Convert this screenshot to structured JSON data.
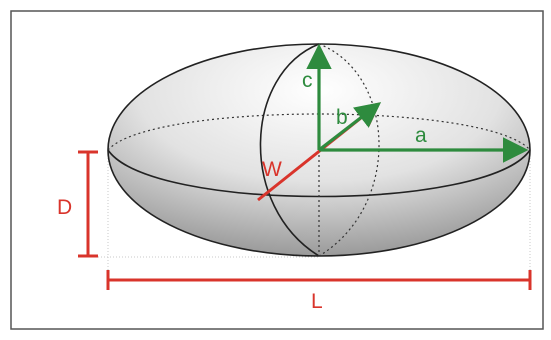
{
  "labels": {
    "a": "a",
    "b": "b",
    "c": "c",
    "W": "W",
    "D": "D",
    "L": "L"
  },
  "colors": {
    "semi_axis": "#2e8b3e",
    "dimension": "#d9342b",
    "outline": "#222222",
    "frame": "#555555",
    "shading_light": "#ffffff",
    "shading_dark": "#9a9a9a"
  }
}
